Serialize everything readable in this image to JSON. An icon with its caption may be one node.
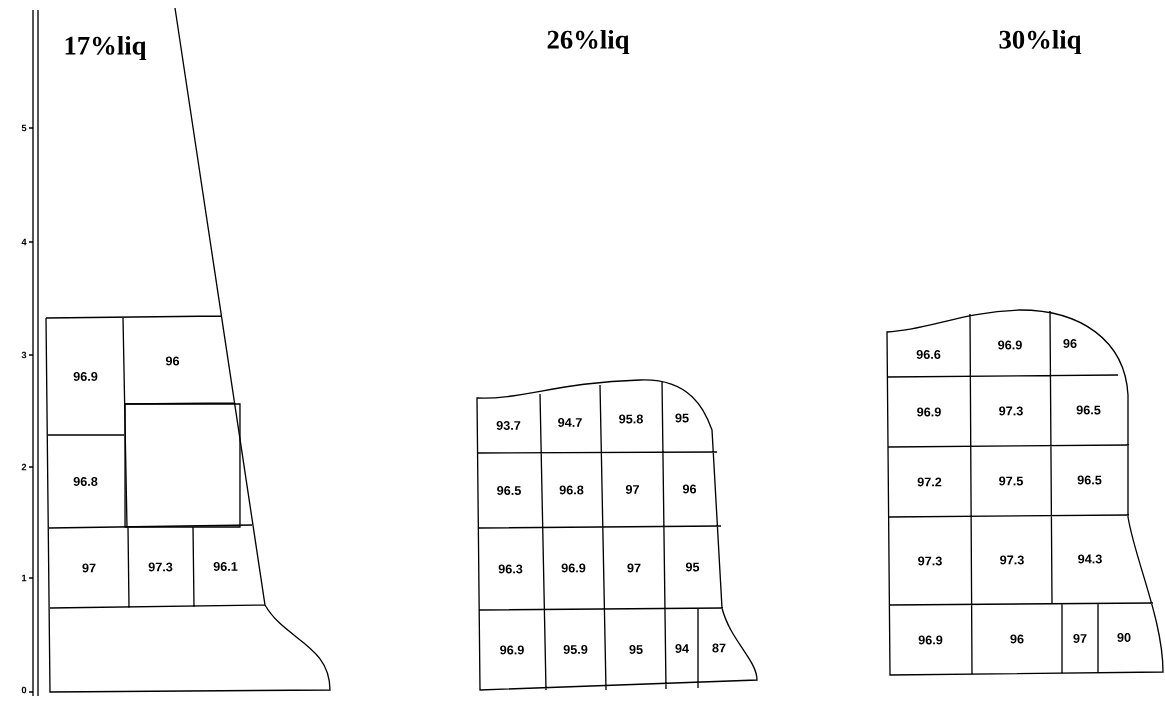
{
  "diagram": {
    "nodes": [
      {
        "text": [
          "96.9"
        ]
      },
      {
        "text": [
          "96"
        ]
      },
      {
        "text": [],
        "shape": "box"
      },
      {
        "text": [
          "96.8"
        ]
      },
      {
        "text": [
          "97"
        ]
      },
      {
        "text": [
          "97.3"
        ]
      },
      {
        "text": [
          "96.1"
        ]
      },
      {
        "text": [
          "93.7"
        ]
      },
      {
        "text": [
          "94.7"
        ]
      },
      {
        "text": [
          "95.8"
        ]
      },
      {
        "text": [
          "95"
        ]
      },
      {
        "text": [
          "96.5"
        ]
      },
      {
        "text": [
          "96.8"
        ]
      },
      {
        "text": [
          "97"
        ]
      },
      {
        "text": [
          "96"
        ]
      },
      {
        "text": [
          "96.3"
        ]
      },
      {
        "text": [
          "96.9"
        ]
      },
      {
        "text": [
          "97"
        ]
      },
      {
        "text": [
          "95"
        ]
      },
      {
        "text": [
          "96.9"
        ]
      },
      {
        "text": [
          "95.9"
        ]
      },
      {
        "text": [
          "95"
        ]
      },
      {
        "text": [
          "94"
        ]
      },
      {
        "text": [
          "87"
        ]
      },
      {
        "text": [
          "96.6"
        ]
      },
      {
        "text": [
          "96.9"
        ]
      },
      {
        "text": [
          "96"
        ]
      },
      {
        "text": [
          "96.9"
        ]
      },
      {
        "text": [
          "97.3"
        ]
      },
      {
        "text": [
          "96.5"
        ]
      },
      {
        "text": [
          "97.2"
        ]
      },
      {
        "text": [
          "97.5"
        ]
      },
      {
        "text": [
          "96.5"
        ]
      },
      {
        "text": [
          "97.3"
        ]
      },
      {
        "text": [
          "97.3"
        ]
      },
      {
        "text": [
          "94.3"
        ]
      },
      {
        "text": [
          "96.9"
        ]
      },
      {
        "text": [
          "96"
        ]
      },
      {
        "text": [
          "97"
        ]
      },
      {
        "text": [
          "90"
        ]
      }
    ],
    "labels": [
      "17%liq",
      "26%liq",
      "30%liq",
      "5",
      "4",
      "3",
      "2",
      "1",
      "0"
    ]
  }
}
